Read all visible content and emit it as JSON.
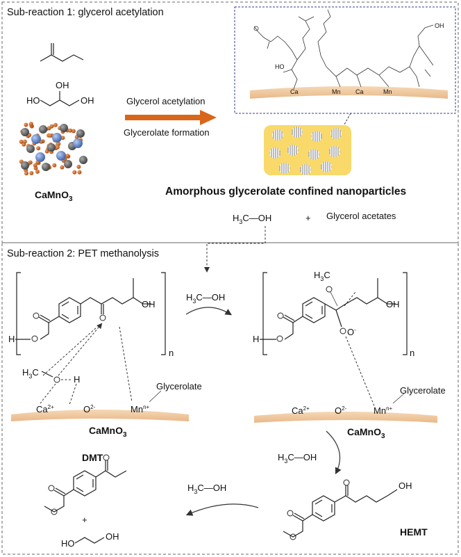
{
  "panel1": {
    "title": "Sub-reaction 1: glycerol acetylation",
    "arrow_top": "Glycerol acetylation",
    "arrow_bottom": "Glycerolate formation",
    "catalyst": "CaMnO",
    "catalyst_sub": "3",
    "catalyst_inline": "CaMnO3",
    "inset_ca_1": "Ca",
    "inset_mn_1": "Mn",
    "inset_ca_2": "Ca",
    "inset_mn_2": "Mn",
    "inset_oh_1": "HO",
    "inset_oh_2": "OH",
    "caption": "Amorphous glycerolate confined nanoparticles",
    "glycerol_ho_left": "HO",
    "glycerol_oh_top": "OH",
    "glycerol_oh_right": "OH",
    "methanol": "H3C—OH",
    "plus": "+",
    "acetates": "Glycerol acetates"
  },
  "panel2": {
    "title": "Sub-reaction 2: PET methanolysis",
    "oh": "OH",
    "h_end": "H",
    "o_end": "O",
    "n": "n",
    "methanol": "H3C—OH",
    "ca": "Ca",
    "ca_charge": "2+",
    "o2": "O",
    "o2_charge": "2-",
    "mn": "Mn",
    "mn_charge": "n+",
    "glycerolate": "Glycerolate",
    "catalyst": "CaMnO",
    "catalyst_sub": "3",
    "h3c": "H3C",
    "o_minus": "O",
    "minus": "-",
    "dmt": "DMT",
    "hemt": "HEMT",
    "eg_ho": "HO",
    "eg_oh": "OH",
    "plus": "+"
  },
  "colors": {
    "arrow": "#d9661a",
    "nanoparticle_box": "#f8d96a",
    "surface": "#f0c799",
    "ca_atom": "#5b7fc4",
    "mn_atom": "#c45a1e",
    "o_atom": "#555555"
  }
}
